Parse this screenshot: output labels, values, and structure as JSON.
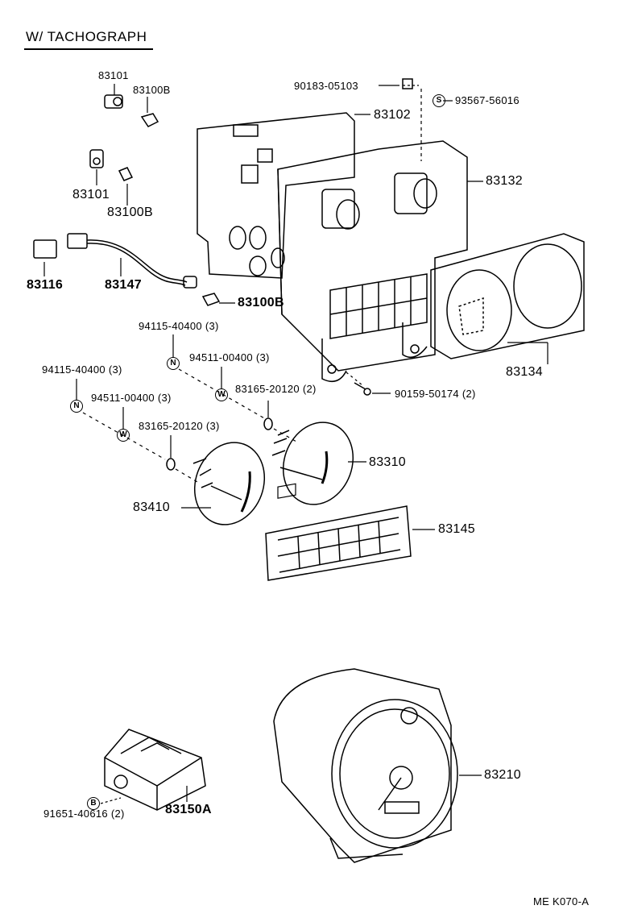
{
  "title": "W/ TACHOGRAPH",
  "footer_code": "ME  K070-A",
  "symbols": {
    "nut": "N",
    "washer": "W",
    "screw": "S",
    "bolt": "B"
  },
  "labels": {
    "p83101_a": "83101",
    "p83100B_a": "83100B",
    "p90183": "90183-05103",
    "p93567": "93567-56016",
    "p83102": "83102",
    "p83132": "83132",
    "p83101_b": "83101",
    "p83100B_b": "83100B",
    "p83116": "83116",
    "p83147": "83147",
    "p83100B_c": "83100B",
    "p94115_a": "94115-40400 (3)",
    "p94511_a": "94511-00400 (3)",
    "p94115_b": "94115-40400 (3)",
    "p83165_a": "83165-20120 (2)",
    "p90159": "90159-50174 (2)",
    "p83134": "83134",
    "p94511_b": "94511-00400 (3)",
    "p83165_b": "83165-20120 (3)",
    "p83310": "83310",
    "p83410": "83410",
    "p83145": "83145",
    "p83210": "83210",
    "p83150A": "83150A",
    "p91651": "91651-40616 (2)"
  }
}
